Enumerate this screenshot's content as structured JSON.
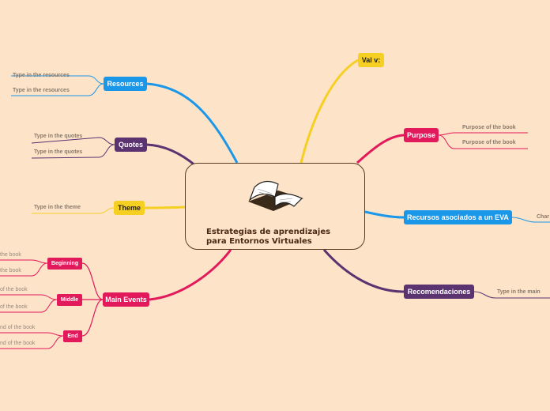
{
  "central": {
    "line1": "Estrategias de aprendizajes",
    "line2": "para Entornos Virtuales",
    "icon": "book-icon"
  },
  "branches": {
    "val": {
      "label": "Val v:"
    },
    "resources": {
      "label": "Resources",
      "leaves": [
        "Type in the resources",
        "Type in the resources"
      ]
    },
    "quotes": {
      "label": "Quotes",
      "leaves": [
        "Type in the quotes",
        "Type in the quotes"
      ]
    },
    "theme": {
      "label": "Theme",
      "leaves": [
        "Type in the theme"
      ]
    },
    "purpose": {
      "label": "Purpose",
      "leaves": [
        "Purpose of the book",
        "Purpose of the book"
      ]
    },
    "recursos": {
      "label": "Recursos asociados a un EVA",
      "leaves": [
        "Char"
      ]
    },
    "recomendaciones": {
      "label": "Recomendaciones",
      "leaves": [
        "Type in the main"
      ]
    },
    "main_events": {
      "label": "Main Events",
      "beginning": {
        "label": "Beginning",
        "leaves": [
          "the book",
          "the book"
        ]
      },
      "middle": {
        "label": "Middle",
        "leaves": [
          "of the book",
          "of the book"
        ]
      },
      "end": {
        "label": "End",
        "leaves": [
          "nd of the book",
          "nd of the book"
        ]
      }
    }
  },
  "colors": {
    "background": "#fde3c8",
    "yellow": "#f6cf23",
    "blue": "#1a97e8",
    "purple": "#5b3371",
    "red": "#e2195b"
  }
}
